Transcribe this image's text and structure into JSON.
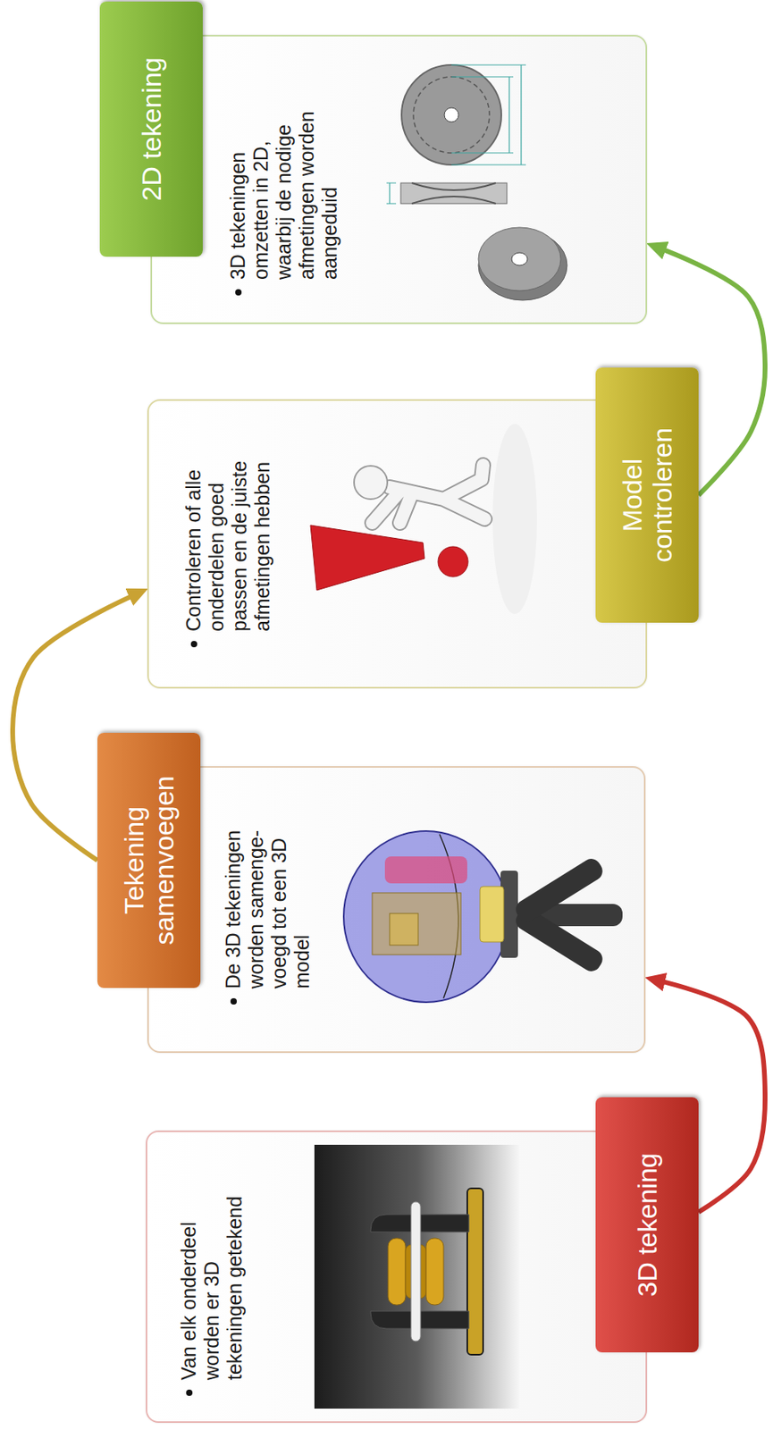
{
  "diagram": {
    "nodes": [
      {
        "text": [
          "3D tekening",
          "Van elk onderdeel worden er 3D tekeningen getekend"
        ]
      },
      {
        "text": [
          "Tekening samenvoegen",
          "De 3D tekeningen worden samenge- voegd tot een 3D model"
        ]
      },
      {
        "text": [
          "Model controleren",
          "Controleren of alle onderdelen goed passen en de juiste afmetingen hebben"
        ]
      },
      {
        "text": [
          "2D tekening",
          "3D tekeningen omzetten in 2D, waarbij de nodige afmetingen worden aangeduid"
        ]
      }
    ],
    "edges": [
      {
        "from": 0,
        "to": 1,
        "arrow": "to"
      },
      {
        "from": 1,
        "to": 2,
        "arrow": "to"
      },
      {
        "from": 2,
        "to": 3,
        "arrow": "to"
      }
    ]
  }
}
